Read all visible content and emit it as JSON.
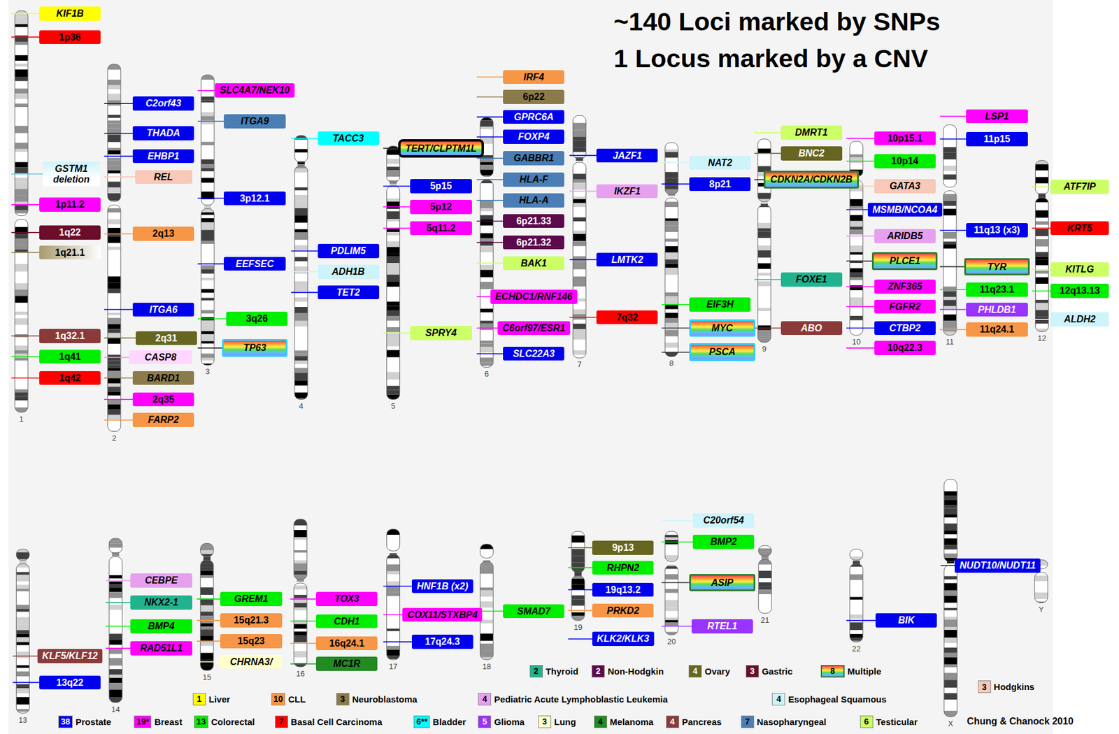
{
  "diagram": {
    "title": "~140 Loci marked by SNPs",
    "caption": "Chung & Chanock 2010",
    "nodes": [
      {
        "text": [
          "KIF1B"
        ]
      },
      {
        "text": [
          "1p36"
        ]
      },
      {
        "text": [
          "GSTM1 deletion"
        ]
      },
      {
        "text": [
          "1p11.2"
        ]
      },
      {
        "text": [
          "1q22"
        ]
      },
      {
        "text": [
          "1q21.1"
        ]
      },
      {
        "text": [
          "1q32.1"
        ]
      },
      {
        "text": [
          "1q41"
        ]
      },
      {
        "text": [
          "1q42"
        ]
      },
      {
        "text": [
          "C2orf43"
        ]
      },
      {
        "text": [
          "THADA"
        ]
      },
      {
        "text": [
          "EHBP1"
        ]
      },
      {
        "text": [
          "REL"
        ]
      },
      {
        "text": [
          "2q13"
        ]
      },
      {
        "text": [
          "ITGA6"
        ]
      },
      {
        "text": [
          "2q31"
        ]
      },
      {
        "text": [
          "CASP8"
        ]
      },
      {
        "text": [
          "BARD1"
        ]
      },
      {
        "text": [
          "2q35"
        ]
      },
      {
        "text": [
          "FARP2"
        ]
      },
      {
        "text": [
          "SLC4A7/NEK10"
        ]
      },
      {
        "text": [
          "ITGA9"
        ]
      },
      {
        "text": [
          "3p12.1"
        ]
      },
      {
        "text": [
          "EEFSEC"
        ]
      },
      {
        "text": [
          "3q26"
        ]
      },
      {
        "text": [
          "TP63"
        ]
      },
      {
        "text": [
          "TACC3"
        ]
      },
      {
        "text": [
          "PDLIM5"
        ]
      },
      {
        "text": [
          "ADH1B"
        ]
      },
      {
        "text": [
          "TET2"
        ]
      },
      {
        "text": [
          "TERT/CLPTM1L"
        ]
      },
      {
        "text": [
          "5p15"
        ]
      },
      {
        "text": [
          "5p12"
        ]
      },
      {
        "text": [
          "5q11.2"
        ]
      },
      {
        "text": [
          "SPRY4"
        ]
      },
      {
        "text": [
          "IRF4"
        ]
      },
      {
        "text": [
          "6p22"
        ]
      },
      {
        "text": [
          "GPRC6A"
        ]
      },
      {
        "text": [
          "FOXP4"
        ]
      },
      {
        "text": [
          "GABBR1"
        ]
      },
      {
        "text": [
          "HLA-F"
        ]
      },
      {
        "text": [
          "HLA-A"
        ]
      },
      {
        "text": [
          "6p21.33"
        ]
      },
      {
        "text": [
          "6p21.32"
        ]
      },
      {
        "text": [
          "BAK1"
        ]
      },
      {
        "text": [
          "ECHDC1/RNF146"
        ]
      },
      {
        "text": [
          "C6orf97/ESR1"
        ]
      },
      {
        "text": [
          "SLC22A3"
        ]
      },
      {
        "text": [
          "JAZF1"
        ]
      },
      {
        "text": [
          "IKZF1"
        ]
      },
      {
        "text": [
          "LMTK2"
        ]
      },
      {
        "text": [
          "7q32"
        ]
      },
      {
        "text": [
          "NAT2"
        ]
      },
      {
        "text": [
          "8p21"
        ]
      },
      {
        "text": [
          "EIF3H"
        ]
      },
      {
        "text": [
          "MYC"
        ]
      },
      {
        "text": [
          "PSCA"
        ]
      },
      {
        "text": [
          "DMRT1"
        ]
      },
      {
        "text": [
          "BNC2"
        ]
      },
      {
        "text": [
          "CDKN2A/CDKN2B"
        ]
      },
      {
        "text": [
          "FOXE1"
        ]
      },
      {
        "text": [
          "ABO"
        ]
      },
      {
        "text": [
          "10p15.1"
        ]
      },
      {
        "text": [
          "10p14"
        ]
      },
      {
        "text": [
          "GATA3"
        ]
      },
      {
        "text": [
          "MSMB/NCOA4"
        ]
      },
      {
        "text": [
          "ARIDB5"
        ]
      },
      {
        "text": [
          "PLCE1"
        ]
      },
      {
        "text": [
          "ZNF365"
        ]
      },
      {
        "text": [
          "FGFR2"
        ]
      },
      {
        "text": [
          "CTBP2"
        ]
      },
      {
        "text": [
          "10q22.3"
        ]
      },
      {
        "text": [
          "LSP1"
        ]
      },
      {
        "text": [
          "11p15"
        ]
      },
      {
        "text": [
          "11q13 (x3)"
        ]
      },
      {
        "text": [
          "TYR"
        ]
      },
      {
        "text": [
          "11q23.1"
        ]
      },
      {
        "text": [
          "PHLDB1"
        ]
      },
      {
        "text": [
          "11q24.1"
        ]
      },
      {
        "text": [
          "ATF7IP"
        ]
      },
      {
        "text": [
          "KRT5"
        ]
      },
      {
        "text": [
          "KITLG"
        ]
      },
      {
        "text": [
          "12q13.13"
        ]
      },
      {
        "text": [
          "ALDH2"
        ]
      },
      {
        "text": [
          "KLF5/KLF12"
        ]
      },
      {
        "text": [
          "13q22"
        ]
      },
      {
        "text": [
          "CEBPE"
        ]
      },
      {
        "text": [
          "NKX2-1"
        ]
      },
      {
        "text": [
          "BMP4"
        ]
      },
      {
        "text": [
          "RAD51L1"
        ]
      },
      {
        "text": [
          "GREM1"
        ]
      },
      {
        "text": [
          "15q21.3"
        ]
      },
      {
        "text": [
          "15q23"
        ]
      },
      {
        "text": [
          "CHRNA3/"
        ]
      },
      {
        "text": [
          "TOX3"
        ]
      },
      {
        "text": [
          "CDH1"
        ]
      },
      {
        "text": [
          "16q24.1"
        ]
      },
      {
        "text": [
          "MC1R"
        ]
      },
      {
        "text": [
          "HNF1B (x2)"
        ]
      },
      {
        "text": [
          "COX11/STXBP4"
        ]
      },
      {
        "text": [
          "17q24.3"
        ]
      },
      {
        "text": [
          "SMAD7"
        ]
      },
      {
        "text": [
          "9p13"
        ]
      },
      {
        "text": [
          "RHPN2"
        ]
      },
      {
        "text": [
          "19q13.2"
        ]
      },
      {
        "text": [
          "PRKD2"
        ]
      },
      {
        "text": [
          "KLK2/KLK3"
        ]
      },
      {
        "text": [
          "C20orf54"
        ]
      },
      {
        "text": [
          "BMP2"
        ]
      },
      {
        "text": [
          "ASIP"
        ]
      },
      {
        "text": [
          "RTEL1"
        ]
      },
      {
        "text": [
          "BIK"
        ]
      },
      {
        "text": [
          "NUDT10/NUDT11"
        ]
      }
    ],
    "labels": [
      "1 Locus marked by a CNV",
      "1",
      "2",
      "3",
      "4",
      "5",
      "6",
      "7",
      "8",
      "9",
      "10",
      "11",
      "12",
      "13",
      "14",
      "15",
      "16",
      "17",
      "18",
      "19",
      "20",
      "21",
      "22",
      "X",
      "Y",
      "2",
      "2",
      "4",
      "3",
      "8",
      "3",
      "1",
      "10",
      "3",
      "4",
      "4",
      "38",
      "19*",
      "13",
      "7",
      "6**",
      "5",
      "3",
      "4",
      "4",
      "7",
      "6"
    ],
    "legend": [
      {
        "text": "Thyroid",
        "color": "#20b38e"
      },
      {
        "text": "Non-Hodgkin",
        "color": "#5c0a4c"
      },
      {
        "text": "Ovary",
        "color": "#666620"
      },
      {
        "text": "Gastric",
        "color": "#6b0d2b"
      },
      {
        "text": "Multiple"
      },
      {
        "text": "Hodgkins",
        "color": "#f8c8b8"
      },
      {
        "text": "Liver",
        "color": "#ffff00"
      },
      {
        "text": "CLL",
        "color": "#f79646"
      },
      {
        "text": "Neuroblastoma",
        "color": "#8c7b4a"
      },
      {
        "text": "Pediatric Acute Lymphoblastic Leukemia",
        "color": "#e6a0ef"
      },
      {
        "text": "Esophageal Squamous",
        "color": "#cdf3fb"
      },
      {
        "text": "Prostate",
        "color": "#0000ee"
      },
      {
        "text": "Breast",
        "color": "#ff00ff"
      },
      {
        "text": "Colorectal",
        "color": "#00ee00"
      },
      {
        "text": "Basal Cell Carcinoma",
        "color": "#ff0000"
      },
      {
        "text": "Bladder",
        "color": "#00ffff"
      },
      {
        "text": "Glioma",
        "color": "#9933ff"
      },
      {
        "text": "Lung",
        "color": "#ffffcc"
      },
      {
        "text": "Melanoma",
        "color": "#228b22"
      },
      {
        "text": "Pancreas",
        "color": "#8b3a3a"
      },
      {
        "text": "Nasopharyngeal",
        "color": "#4a7eb4"
      },
      {
        "text": "Testicular",
        "color": "#ccff66"
      }
    ]
  }
}
